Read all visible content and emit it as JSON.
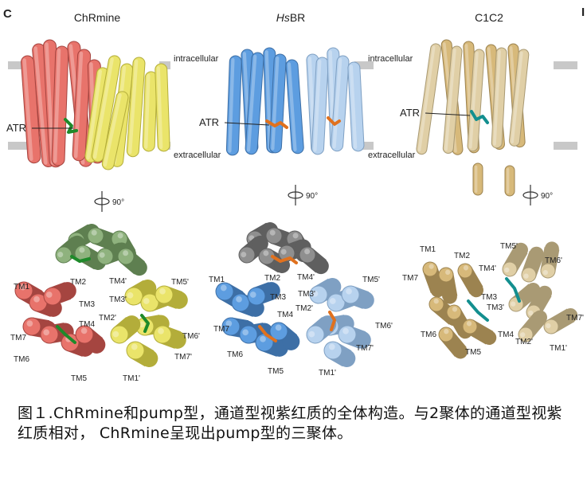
{
  "panel_letter": "C",
  "edge_mark": "I",
  "structures": [
    {
      "name": "ChRmine"
    },
    {
      "name_italic": "Hs",
      "name_rest": "BR"
    },
    {
      "name": "C1C2"
    }
  ],
  "membrane_labels": {
    "top": "intracellular",
    "bottom": "extracellular"
  },
  "chromophore_label": "ATR",
  "rotation_label": "90°",
  "helix_labels": {
    "chrmine": [
      "TM1",
      "TM2",
      "TM3",
      "TM4",
      "TM5",
      "TM6",
      "TM7",
      "TM1'",
      "TM2'",
      "TM3'",
      "TM4'",
      "TM5'",
      "TM6'",
      "TM7'"
    ],
    "hsbr": [
      "TM1",
      "TM2",
      "TM3",
      "TM4",
      "TM5",
      "TM6",
      "TM7",
      "TM1'",
      "TM2'",
      "TM3'",
      "TM4'",
      "TM5'",
      "TM6'",
      "TM7'"
    ],
    "c1c2": [
      "TM1",
      "TM2",
      "TM3",
      "TM4",
      "TM5",
      "TM6",
      "TM7",
      "TM1'",
      "TM2'",
      "TM3'",
      "TM4'",
      "TM5'",
      "TM6'",
      "TM7'"
    ]
  },
  "colors": {
    "chrmine_a": "#e8736b",
    "chrmine_a_dark": "#a54540",
    "chrmine_b": "#eae46a",
    "chrmine_b_dark": "#b3ad3a",
    "chrmine_c": "#8fb27e",
    "chrmine_c_dark": "#5e7f50",
    "chrmine_atr": "#1e8a2a",
    "hsbr_a": "#5d9de0",
    "hsbr_a_dark": "#3d6fa6",
    "hsbr_b": "#b7d2ee",
    "hsbr_b_dark": "#7fa0c3",
    "hsbr_c": "#8f8f8f",
    "hsbr_c_dark": "#5f5f5f",
    "hsbr_atr": "#e0711e",
    "c1c2_a": "#d7b97a",
    "c1c2_a_dark": "#9c8350",
    "c1c2_b": "#e0cfa6",
    "c1c2_b_dark": "#a99a74",
    "c1c2_atr": "#138f8f",
    "membrane": "#c8c8c8"
  },
  "caption": "图１.ChRmine和pump型，通道型视紫红质的全体构造。与2聚体的通道型视紫红质相对，  ChRmine呈现出pump型的三聚体。"
}
